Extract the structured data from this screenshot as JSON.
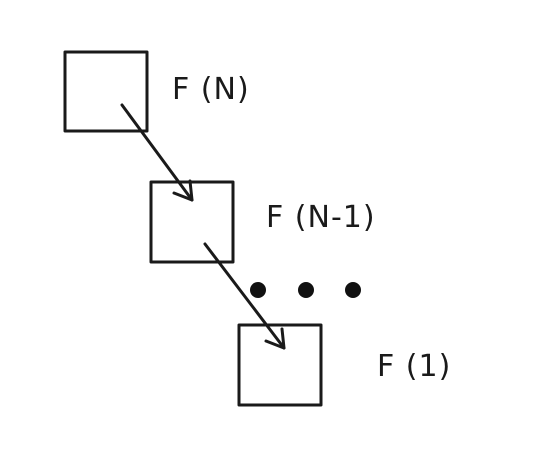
{
  "diagram": {
    "nodes": [
      {
        "id": "fn",
        "label": "F (N)"
      },
      {
        "id": "fn1",
        "label": "F (N-1)"
      },
      {
        "id": "f1",
        "label": "F (1)"
      }
    ],
    "edges": [
      {
        "from": "fn",
        "to": "fn1"
      },
      {
        "from": "fn1",
        "to": "f1"
      }
    ],
    "ellipsis": "• • •"
  }
}
